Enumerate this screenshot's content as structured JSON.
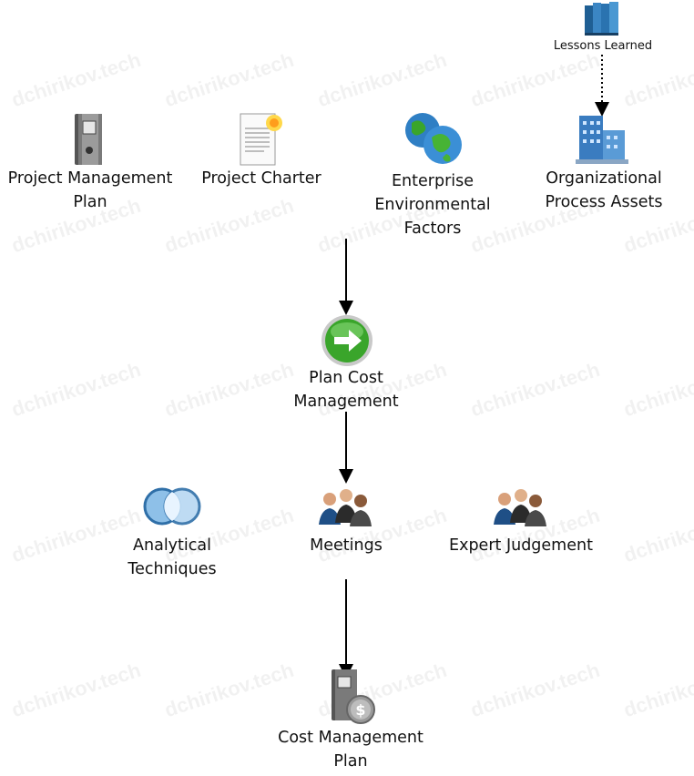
{
  "watermark": "dchirikov.tech",
  "nodes": {
    "lessons_learned": "Lessons Learned",
    "project_management_plan": [
      "Project Management",
      "Plan"
    ],
    "project_charter": "Project Charter",
    "enterprise_environmental_factors": [
      "Enterprise",
      "Environmental",
      "Factors"
    ],
    "organizational_process_assets": [
      "Organizational",
      "Process Assets"
    ],
    "plan_cost_management": [
      "Plan Cost",
      "Management"
    ],
    "analytical_techniques": [
      "Analytical",
      "Techniques"
    ],
    "meetings": "Meetings",
    "expert_judgement": "Expert Judgement",
    "cost_management_plan": [
      "Cost Management",
      "Plan"
    ]
  },
  "icons": {
    "lessons_learned": "books-icon",
    "project_management_plan": "binder-icon",
    "project_charter": "document-icon",
    "enterprise_environmental_factors": "globes-icon",
    "organizational_process_assets": "buildings-icon",
    "plan_cost_management": "green-arrow-icon",
    "analytical_techniques": "venn-icon",
    "meetings": "people-icon",
    "expert_judgement": "people-icon",
    "cost_management_plan": "binder-dollar-icon"
  },
  "colors": {
    "arrow": "#000000",
    "accent_green": "#3aa52b",
    "accent_blue": "#2f7fc4"
  }
}
